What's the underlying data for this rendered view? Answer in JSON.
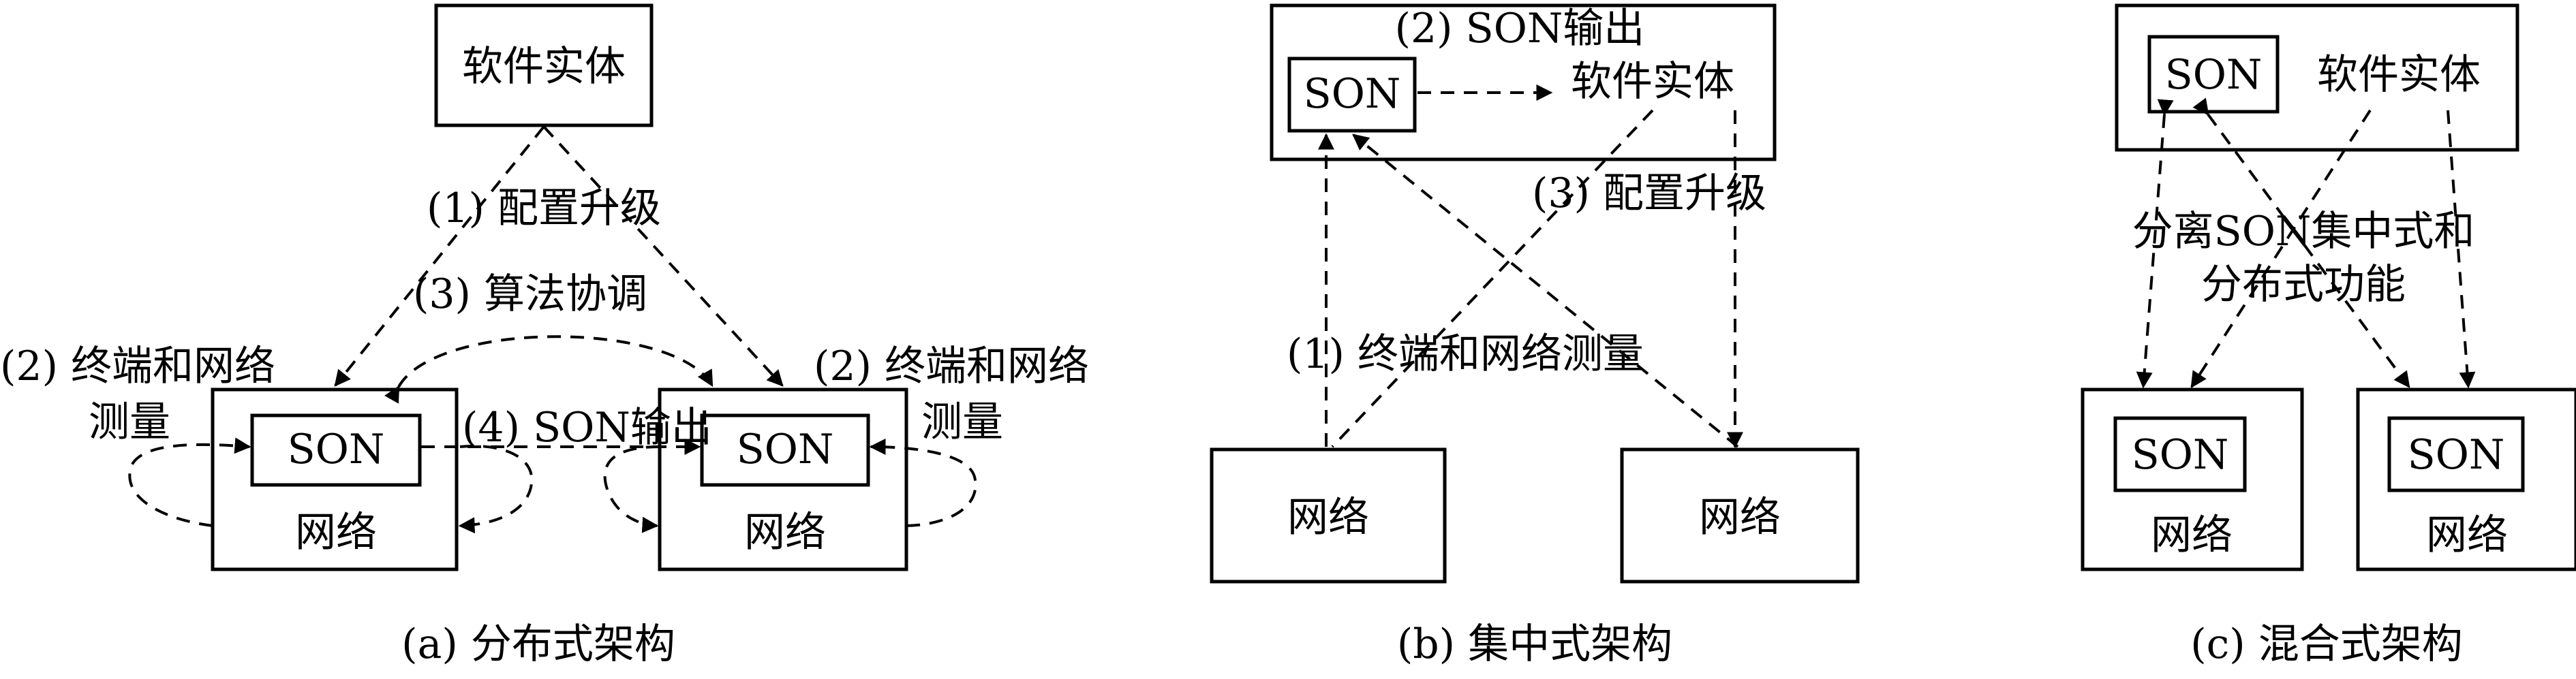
{
  "diagram_a": {
    "software_entity": "软件实体",
    "son_left": "SON",
    "son_right": "SON",
    "network_left": "网络",
    "network_right": "网络",
    "label_config_upgrade": "(1) 配置升级",
    "label_algo_coord": "(3) 算法协调",
    "label_measure_left_1": "(2) 终端和网络",
    "label_measure_left_2": "测量",
    "label_measure_right_1": "(2) 终端和网络",
    "label_measure_right_2": "测量",
    "label_son_output": "(4) SON输出",
    "caption": "(a) 分布式架构"
  },
  "diagram_b": {
    "son": "SON",
    "son_output": "(2) SON输出",
    "software_entity": "软件实体",
    "label_config_upgrade": "(3) 配置升级",
    "label_measure": "(1) 终端和网络测量",
    "network_left": "网络",
    "network_right": "网络",
    "caption": "(b) 集中式架构"
  },
  "diagram_c": {
    "son_top": "SON",
    "software_entity": "软件实体",
    "label_hybrid_1": "分离SON集中式和",
    "label_hybrid_2": "分布式功能",
    "son_left": "SON",
    "son_right": "SON",
    "network_left": "网络",
    "network_right": "网络",
    "caption": "(c) 混合式架构"
  }
}
